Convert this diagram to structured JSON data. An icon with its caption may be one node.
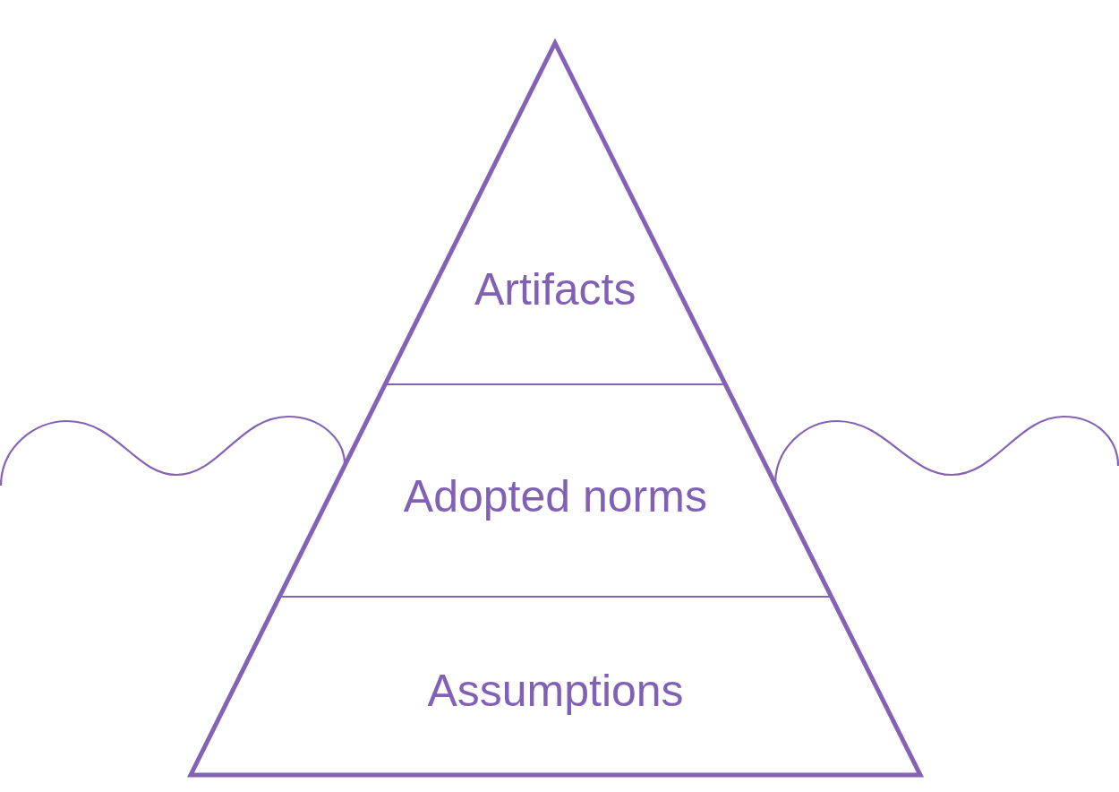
{
  "diagram": {
    "nodes": [
      {
        "text": [
          "Artifacts"
        ]
      },
      {
        "text": [
          "Adopted norms"
        ]
      },
      {
        "text": [
          "Assumptions"
        ]
      }
    ]
  }
}
